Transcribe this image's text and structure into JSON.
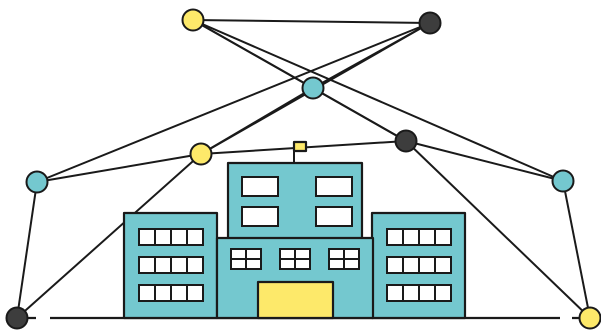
{
  "colors": {
    "node_yellow": "#fde96a",
    "node_teal": "#74c8cf",
    "node_dark": "#3d3d3d",
    "building_fill": "#74c8cf",
    "door_fill": "#fde96a",
    "flag_fill": "#fde96a",
    "window_fill": "#ffffff",
    "outline": "#1a1a1a"
  },
  "nodes": [
    {
      "id": "n1",
      "color": "yellow"
    },
    {
      "id": "n2",
      "color": "dark"
    },
    {
      "id": "n3",
      "color": "teal"
    },
    {
      "id": "n4",
      "color": "dark"
    },
    {
      "id": "n5",
      "color": "yellow"
    },
    {
      "id": "n6",
      "color": "teal"
    },
    {
      "id": "n7",
      "color": "teal"
    },
    {
      "id": "n8",
      "color": "yellow"
    },
    {
      "id": "n9",
      "color": "dark"
    }
  ],
  "edges": [
    [
      "n1",
      "n2"
    ],
    [
      "n1",
      "n3"
    ],
    [
      "n1",
      "n4"
    ],
    [
      "n1",
      "n6"
    ],
    [
      "n2",
      "n3"
    ],
    [
      "n2",
      "n5"
    ],
    [
      "n2",
      "n7"
    ],
    [
      "n3",
      "n4"
    ],
    [
      "n3",
      "n5"
    ],
    [
      "n4",
      "n5"
    ],
    [
      "n4",
      "n6"
    ],
    [
      "n4",
      "n8"
    ],
    [
      "n5",
      "n7"
    ],
    [
      "n5",
      "n9"
    ],
    [
      "n6",
      "n8"
    ],
    [
      "n7",
      "n9"
    ]
  ]
}
